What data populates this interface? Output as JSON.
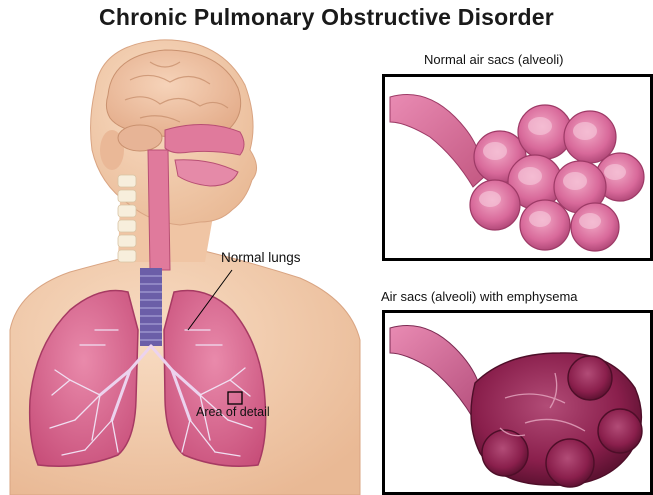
{
  "title": "Chronic Pulmonary Obstructive Disorder",
  "labels": {
    "normal_lungs": "Normal lungs",
    "area_of_detail": "Area of detail",
    "normal_air_sacs": "Normal air sacs (alveoli)",
    "emphysema_air_sacs": "Air sacs (alveoli) with emphysema"
  },
  "colors": {
    "skin": "#f4cdb0",
    "skin_shadow": "#e8b894",
    "brain": "#efc2a5",
    "airway_pink": "#e2789a",
    "lung_pink": "#de6f93",
    "lung_dark": "#b8476e",
    "trachea_purple": "#6b5ea8",
    "bronchi_light": "#e9d2ec",
    "normal_alveoli": "#d8699a",
    "emphysema_alveoli": "#8a1f4c",
    "spine": "#f6ecd8"
  }
}
